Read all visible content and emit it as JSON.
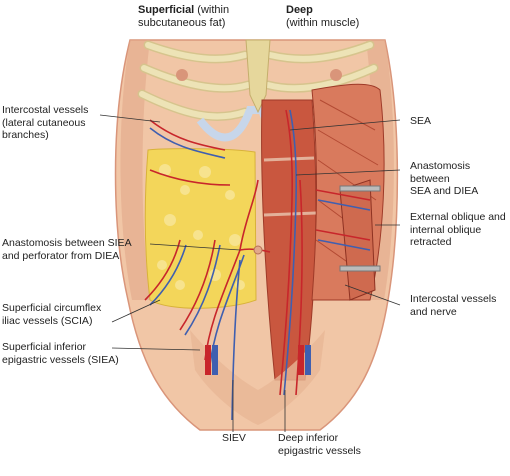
{
  "headers": {
    "superficial": {
      "bold": "Superficial",
      "rest": " (within",
      "line2": "subcutaneous fat)"
    },
    "deep": {
      "bold": "Deep",
      "line2": "(within muscle)"
    }
  },
  "labels_left": {
    "intercostal": "Intercostal vessels\n(lateral cutaneous\nbranches)",
    "anastomosis_siea": "Anastomosis between SIEA\nand perforator from DIEA",
    "scia": "Superficial circumflex\niliac vessels (SCIA)",
    "siea": "Superficial inferior\nepigastric vessels (SIEA)"
  },
  "labels_right": {
    "sea": "SEA",
    "anastomosis_sea": "Anastomosis between\nSEA and DIEA",
    "oblique": "External oblique and\ninternal oblique\nretracted",
    "intercostal_nerve": "Intercostal vessels\nand nerve"
  },
  "labels_bottom": {
    "siev": "SIEV",
    "diev": "Deep inferior\nepigastric vessels"
  },
  "colors": {
    "skin": "#f1c6a6",
    "skin_shadow": "#e2a88a",
    "fat": "#f3d65a",
    "muscle": "#c9573f",
    "muscle_light": "#d97a5d",
    "artery": "#c8262b",
    "vein": "#3f5fb0",
    "rib": "#ede3b6",
    "cartilage": "#c7d6ea",
    "leader": "#333333"
  }
}
